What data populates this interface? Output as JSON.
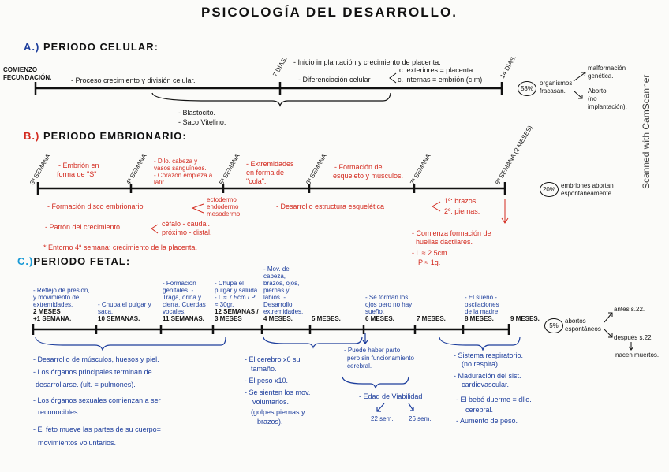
{
  "title": "PSICOLOGÍA DEL DESARROLLO.",
  "watermark": "Scanned with CamScanner",
  "colors": {
    "red": "#d32a1f",
    "blue": "#1c3d9c",
    "black": "#151515",
    "section_letter_c": "#1a9ad6"
  },
  "section_a": {
    "letter": "A.)",
    "title": "PERIODO CELULAR:",
    "milestones": [
      "COMIENZO FECUNDACIÓN.",
      "7 DÍAS.",
      "14 DÍAS."
    ],
    "notes": {
      "growth": "- Proceso crecimiento y división celular.",
      "implantation": "- Inicio implantación y crecimiento de placenta.",
      "differentiation": "- Diferenciación celular",
      "exterior": "c. exteriores = placenta",
      "interior": "c. internas = embrión (c.m)",
      "blastocyst": "- Blastocito.",
      "yolk_sac": "- Saco Vitelino."
    },
    "stat": {
      "percent": "58%",
      "label": "organismos fracasan.",
      "outcome_1": "malformación genética.",
      "outcome_2a": "Aborto",
      "outcome_2b": "(no implantación)."
    }
  },
  "section_b": {
    "letter": "B.)",
    "title": "PERIODO EMBRIONARIO:",
    "milestones": [
      "3ª SEMANA",
      "4ª SEMANA",
      "5ª SEMANA",
      "6ª SEMANA",
      "7ª SEMANA",
      "8ª SEMANA (2 MESES)"
    ],
    "above": {
      "w3a": "- Embrión en",
      "w3b": "forma de \"S\"",
      "w4a": "- Dllo. cabeza y",
      "w4b": "vasos sanguíneos.",
      "w4c": "- Corazón empieza a latir.",
      "w5a": "- Extremidades",
      "w5b": "en forma de",
      "w5c": "\"cola\".",
      "w6a": "- Formación del",
      "w6b": "esqueleto y músculos."
    },
    "below": {
      "disc": "- Formación disco embrionario",
      "layers": [
        "ectodermo",
        "endodermo",
        "mesodermo."
      ],
      "skeleton": "- Desarrollo estructura esquelética",
      "limbs": [
        "1º: brazos",
        "2º: piernas."
      ],
      "pattern": "- Patrón del crecimiento",
      "directions": [
        "céfalo - caudal.",
        "próximo - distal."
      ],
      "placenta": "* Entorno 4ª semana: crecimiento de la placenta.",
      "fingerprints_a": "- Comienza formación de",
      "fingerprints_b": "huellas dactilares.",
      "length": "- L ≈ 2.5cm.",
      "weight": "P ≈ 1g."
    },
    "stat": {
      "percent": "20%",
      "label_a": "embriones abortan",
      "label_b": "espontáneamente."
    }
  },
  "section_c": {
    "letter": "C.)",
    "title": "PERIODO FETAL:",
    "milestones": [
      {
        "label": "2 MESES",
        "note": ""
      },
      {
        "label": "+1 SEMANA.",
        "note": "- Reflejo de presión, y movimiento de extremidades."
      },
      {
        "label": "10 SEMANAS.",
        "note": "- Chupa el pulgar y saca."
      },
      {
        "label": "11 SEMANAS.",
        "note": "- Formación genitales. - Traga, orina y cierra. Cuerdas vocales."
      },
      {
        "label": "12 SEMANAS / 3 MESES",
        "note": "- Chupa el pulgar y saluda. - L ≈ 7.5cm / P ≈ 30gr."
      },
      {
        "label": "4 MESES.",
        "note": "- Mov. de cabeza, brazos, ojos, piernas y labios. - Desarrollo extremidades."
      },
      {
        "label": "5 MESES.",
        "note": ""
      },
      {
        "label": "6 MESES.",
        "note": "- Se forman los ojos pero no hay sueño."
      },
      {
        "label": "7 MESES.",
        "note": ""
      },
      {
        "label": "8 MESES.",
        "note": "- El sueño - oscilaciones de la madre."
      },
      {
        "label": "9 MESES.",
        "note": ""
      }
    ],
    "left_notes": [
      "- Desarrollo de músculos, huesos y piel.",
      "- Los órganos principales terminan de",
      "desarrollarse. (ult. = pulmones).",
      "- Los órganos sexuales comienzan a ser",
      "reconocibles.",
      "- El feto mueve las partes de su cuerpo=",
      "movimientos voluntarios."
    ],
    "mid_notes": [
      "- El cerebro x6 su",
      "tamaño.",
      "- El peso x10.",
      "- Se sienten los mov.",
      "voluntarios.",
      "(golpes piernas y",
      "brazos)."
    ],
    "viability": {
      "note": [
        "- Puede haber parto",
        "pero sin funcionamiento",
        "cerebral."
      ],
      "label": "- Edad de Viabilidad",
      "min": "22 sem.",
      "max": "26 sem."
    },
    "right_notes": [
      "- Sistema respiratorio.",
      "(no respira).",
      "- Maduración del sist.",
      "cardiovascular.",
      "- El bebé duerme = dllo.",
      "cerebral.",
      "- Aumento de peso."
    ],
    "stat": {
      "percent": "5%",
      "label_a": "abortos",
      "label_b": "espontáneos",
      "before": "antes s.22.",
      "after": "después s.22",
      "stillborn": "nacen muertos."
    }
  }
}
